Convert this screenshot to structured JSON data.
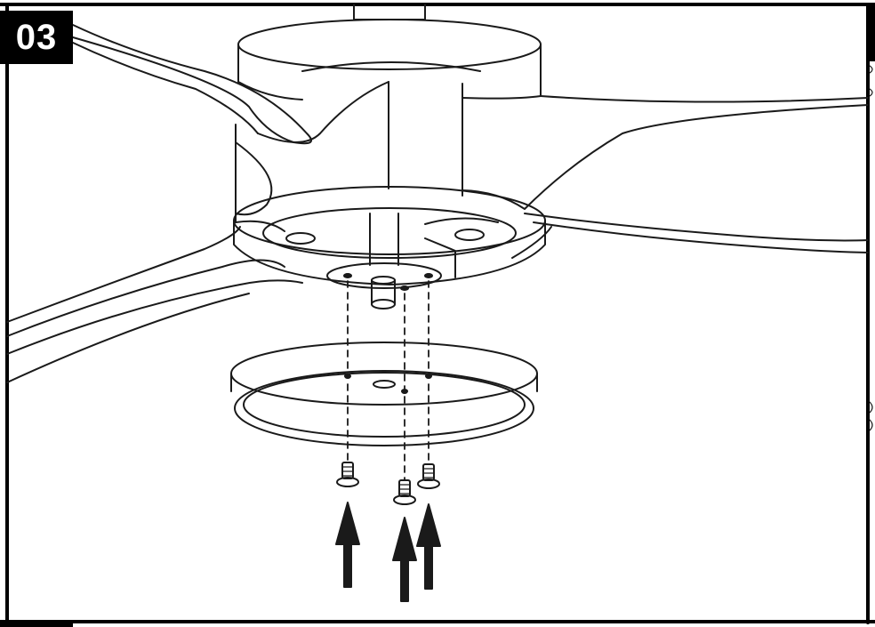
{
  "step": {
    "number": "03"
  },
  "colors": {
    "line": "#1a1a1a",
    "badge_bg": "#000000",
    "badge_text": "#ffffff",
    "background": "#ffffff"
  },
  "figure": {
    "parts": [
      "motor-housing",
      "fan-blade-left",
      "fan-blade-right",
      "mounting-plate",
      "shaft",
      "light-kit-ring",
      "screw",
      "screw",
      "screw"
    ],
    "arrows": 3
  }
}
